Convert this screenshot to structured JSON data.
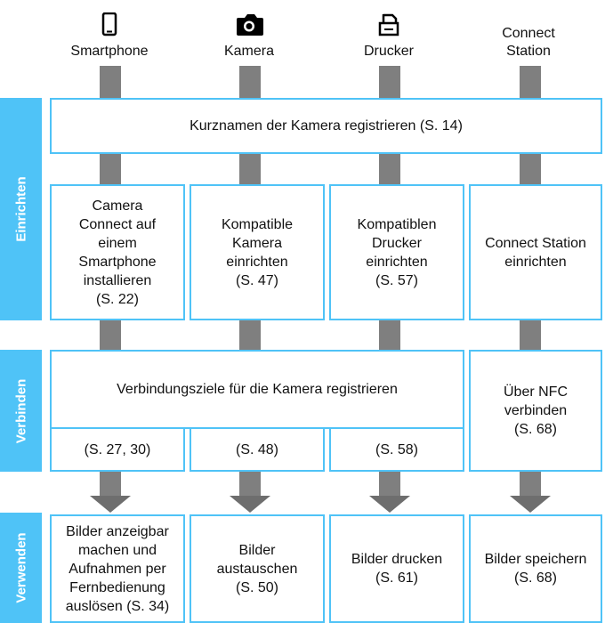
{
  "devices": [
    {
      "name": "Smartphone",
      "icon": "smartphone-icon"
    },
    {
      "name": "Kamera",
      "icon": "camera-icon"
    },
    {
      "name": "Drucker",
      "icon": "printer-icon"
    },
    {
      "name": "Connect\nStation",
      "icon": "connect-station"
    }
  ],
  "sections": {
    "setup": "Einrichten",
    "connect": "Verbinden",
    "use": "Verwenden"
  },
  "setup": {
    "register_name": "Kurznamen der Kamera registrieren (S. 14)",
    "boxes": [
      "Camera\nConnect auf\neinem\nSmartphone\ninstallieren\n(S. 22)",
      "Kompatible\nKamera\neinrichten\n(S. 47)",
      "Kompatiblen\nDrucker\neinrichten\n(S. 57)",
      "Connect Station\neinrichten"
    ]
  },
  "connect": {
    "register_targets": "Verbindungsziele für die Kamera registrieren",
    "pages": [
      "(S. 27, 30)",
      "(S. 48)",
      "(S. 58)"
    ],
    "nfc": "Über NFC\nverbinden\n(S. 68)"
  },
  "use": {
    "boxes": [
      "Bilder anzeigbar\nmachen und\nAufnahmen per\nFernbedienung\nauslösen (S. 34)",
      "Bilder\naustauschen\n(S. 50)",
      "Bilder drucken\n(S. 61)",
      "Bilder speichern\n(S. 68)"
    ]
  },
  "colors": {
    "accent": "#4fc3f7",
    "connector": "#7f7f7f"
  }
}
